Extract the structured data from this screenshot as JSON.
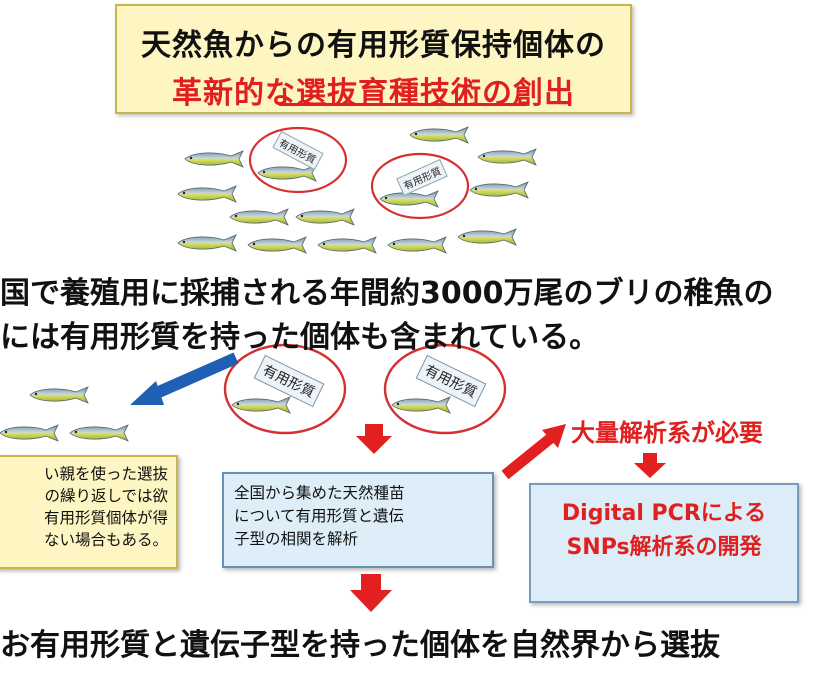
{
  "title": {
    "line1": "天然魚からの有用形質保持個体の",
    "line2": "革新的な選抜育種技術の創出"
  },
  "oval_label": "有用形質",
  "statement": {
    "line1": "国で養殖用に採捕される年間約3000万尾のブリの稚魚の",
    "line2": "には有用形質を持った個体も含まれている。"
  },
  "left_note": {
    "lines": [
      "い親を使った選抜",
      "の繰り返しでは欲",
      "有用形質個体が得",
      "ない場合もある。"
    ]
  },
  "center_note": {
    "lines": [
      "全国から集めた天然種苗",
      "について有用形質と遺伝",
      "子型の相関を解析"
    ]
  },
  "requirement_label": "大量解析系が必要",
  "right_note": {
    "lines": [
      "Digital PCRによる",
      "SNPs解析系の開発"
    ]
  },
  "bottom_text": "お有用形質と遺伝子型を持った個体を自然界から選抜",
  "colors": {
    "accent_red": "#e02020",
    "arrow_blue": "#1f5fb4",
    "note_yellow": "#fdf6c2",
    "note_blue": "#ddeef9"
  }
}
